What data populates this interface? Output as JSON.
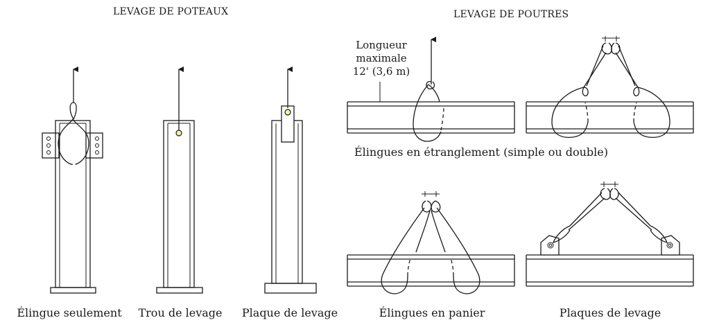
{
  "headings": {
    "columns": "LEVAGE DE POTEAUX",
    "beams": "LEVAGE DE POUTRES"
  },
  "column_captions": {
    "sling_only": "Élingue seulement",
    "lifting_hole": "Trou de levage",
    "lifting_plate": "Plaque de levage"
  },
  "beam_captions": {
    "choker": "Élingues en étranglement (simple ou double)",
    "basket": "Élingues en panier",
    "plates": "Plaques de levage"
  },
  "note": {
    "line1": "Longueur",
    "line2": "maximale",
    "line3": "12' (3,6 m)"
  },
  "colors": {
    "line": "#1a1a1a",
    "hole_fill": "#f3f3a0",
    "background": "#ffffff"
  }
}
